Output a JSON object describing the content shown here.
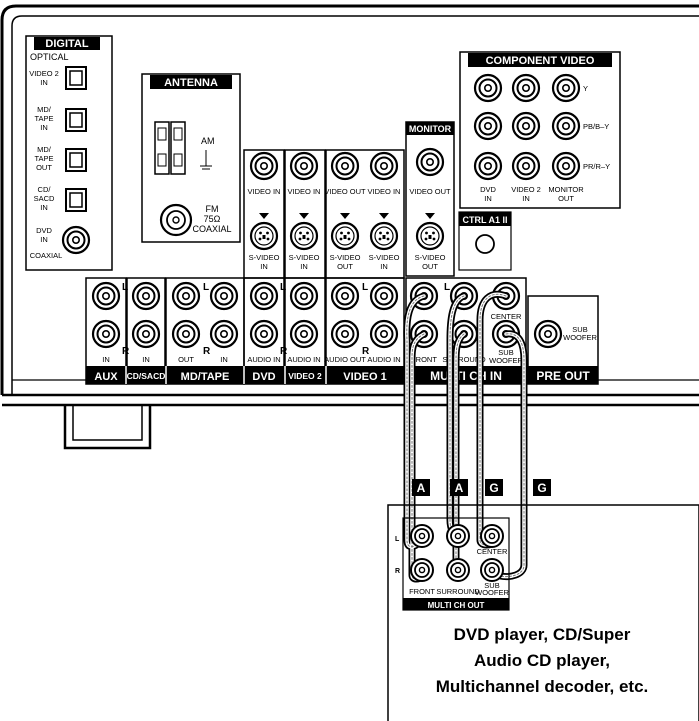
{
  "panel": {
    "digital": {
      "header": "DIGITAL",
      "sub": "OPTICAL",
      "inputs": [
        {
          "lines": [
            "VIDEO 2",
            "IN"
          ]
        },
        {
          "lines": [
            "MD/",
            "TAPE",
            "IN"
          ]
        },
        {
          "lines": [
            "MD/",
            "TAPE",
            "OUT"
          ]
        },
        {
          "lines": [
            "CD/",
            "SACD",
            "IN"
          ]
        }
      ],
      "coaxial": [
        "DVD",
        "IN",
        "COAXIAL"
      ]
    },
    "antenna": {
      "header": "ANTENNA",
      "am": "AM",
      "fm": [
        "FM",
        "75Ω",
        "COAXIAL"
      ]
    },
    "component_video": {
      "header": "COMPONENT VIDEO",
      "rows": [
        "Y",
        "PB/B–Y",
        "PR/R–Y"
      ],
      "inputs": [
        [
          "DVD",
          "IN"
        ],
        [
          "VIDEO 2",
          "IN"
        ],
        [
          "MONITOR",
          "OUT"
        ]
      ]
    },
    "monitor": {
      "header": "MONITOR",
      "video_out": "VIDEO OUT",
      "svideo_out": [
        "S-VIDEO",
        "OUT"
      ]
    },
    "ctrl": {
      "label": "CTRL A1 II"
    },
    "video_jacks": {
      "video": [
        "VIDEO IN",
        "VIDEO IN",
        "VIDEO OUT",
        "VIDEO IN"
      ],
      "svideo": [
        [
          "S-VIDEO",
          "IN"
        ],
        [
          "S-VIDEO",
          "IN"
        ],
        [
          "S-VIDEO",
          "OUT"
        ],
        [
          "S-VIDEO",
          "IN"
        ]
      ]
    },
    "audio": {
      "L": "L",
      "R": "R",
      "jack_labels": [
        "IN",
        "IN",
        "OUT",
        "IN",
        "AUDIO IN",
        "AUDIO IN",
        "AUDIO OUT",
        "AUDIO IN"
      ],
      "groups": [
        "AUX",
        "CD/SACD",
        "MD/TAPE",
        "DVD",
        "VIDEO 2",
        "VIDEO 1"
      ]
    },
    "multi_ch_in": {
      "header": "MULTI CH IN",
      "labels": [
        "FRONT",
        "SURROUND",
        "CENTER",
        "SUB",
        "WOOFER"
      ],
      "L": "L"
    },
    "pre_out": {
      "header": "PRE OUT",
      "sub": [
        "SUB",
        "WOOFER"
      ]
    }
  },
  "cable_tags": [
    "A",
    "A",
    "G",
    "G"
  ],
  "device": {
    "L": "L",
    "R": "R",
    "labels": [
      "FRONT",
      "SURROUND",
      "CENTER",
      "SUB",
      "WOOFER"
    ],
    "header": "MULTI CH OUT",
    "caption": [
      "DVD player, CD/Super",
      "Audio CD player,",
      "Multichannel decoder, etc."
    ]
  }
}
